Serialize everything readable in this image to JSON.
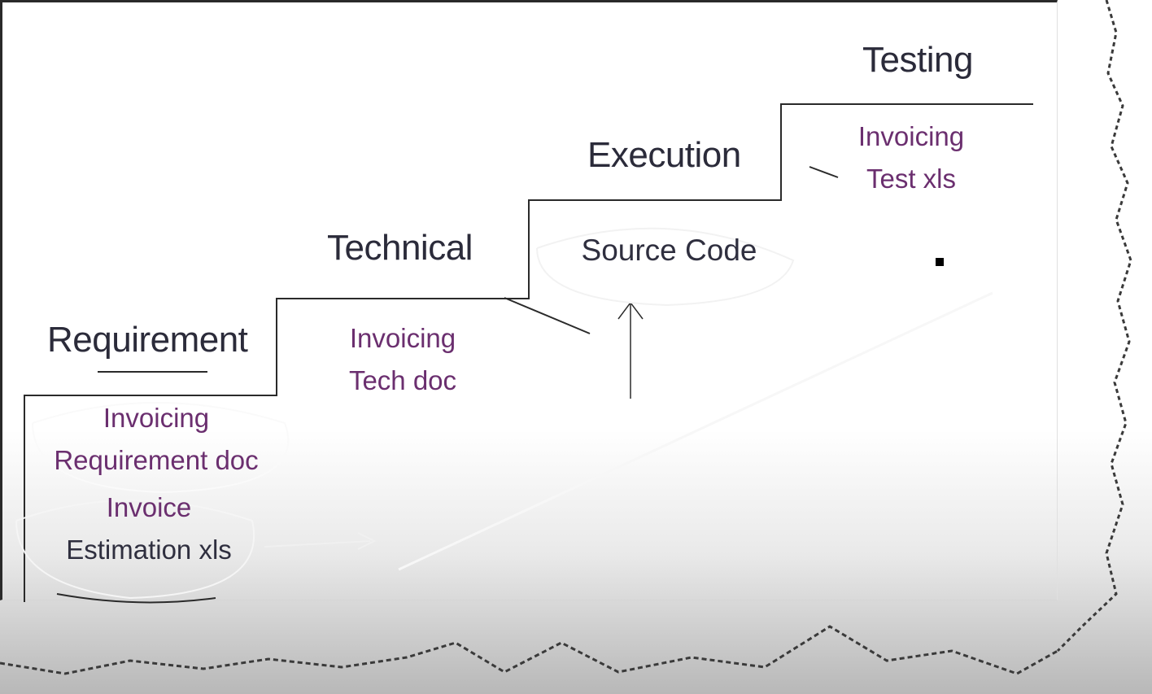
{
  "stages": [
    {
      "id": "requirement",
      "title": "Requirement",
      "docs": [
        {
          "lines": [
            "Invoicing",
            "Requirement doc"
          ]
        },
        {
          "lines": [
            "Invoice",
            "Estimation xls"
          ]
        }
      ]
    },
    {
      "id": "technical",
      "title": "Technical",
      "docs": [
        {
          "lines": [
            "Invoicing",
            "Tech doc"
          ]
        }
      ]
    },
    {
      "id": "execution",
      "title": "Execution",
      "docs": [
        {
          "lines": [
            "Source Code"
          ]
        }
      ]
    },
    {
      "id": "testing",
      "title": "Testing",
      "docs": [
        {
          "lines": [
            "Invoicing",
            "Test xls"
          ]
        }
      ]
    }
  ],
  "colors": {
    "stage_text": "#2b2b3a",
    "doc_text": "#6b2f6f",
    "step_line": "#2a2a2a",
    "ink": "#ffffff"
  }
}
